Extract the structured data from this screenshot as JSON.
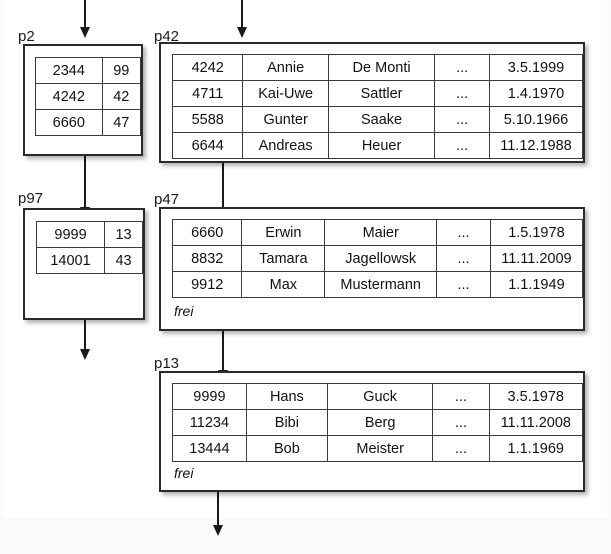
{
  "diagram": {
    "title": "B-tree / extendible hashing directory and data pages",
    "colors": {
      "page_background": "#fafafa",
      "canvas": "#ffffff",
      "box_border": "#2a2a2a",
      "cell_border": "#3b3b3b",
      "text": "#111111",
      "arrow": "#1a1a1a"
    }
  },
  "directory_nodes": [
    {
      "id": "p2",
      "label": "p2",
      "rows": [
        {
          "key": "2344",
          "value": "99"
        },
        {
          "key": "4242",
          "value": "42"
        },
        {
          "key": "6660",
          "value": "47"
        }
      ]
    },
    {
      "id": "p97",
      "label": "p97",
      "rows": [
        {
          "key": "9999",
          "value": "13"
        },
        {
          "key": "14001",
          "value": "43"
        }
      ]
    }
  ],
  "data_nodes": [
    {
      "id": "p42",
      "label": "p42",
      "free_label": "",
      "rows": [
        {
          "c0": "4242",
          "c1": "Annie",
          "c2": "De Monti",
          "c3": "...",
          "c4": "3.5.1999"
        },
        {
          "c0": "4711",
          "c1": "Kai-Uwe",
          "c2": "Sattler",
          "c3": "...",
          "c4": "1.4.1970"
        },
        {
          "c0": "5588",
          "c1": "Gunter",
          "c2": "Saake",
          "c3": "...",
          "c4": "5.10.1966"
        },
        {
          "c0": "6644",
          "c1": "Andreas",
          "c2": "Heuer",
          "c3": "...",
          "c4": "11.12.1988"
        }
      ]
    },
    {
      "id": "p47",
      "label": "p47",
      "free_label": "frei",
      "rows": [
        {
          "c0": "6660",
          "c1": "Erwin",
          "c2": "Maier",
          "c3": "...",
          "c4": "1.5.1978"
        },
        {
          "c0": "8832",
          "c1": "Tamara",
          "c2": "Jagellowsk",
          "c3": "...",
          "c4": "11.11.2009"
        },
        {
          "c0": "9912",
          "c1": "Max",
          "c2": "Mustermann",
          "c3": "...",
          "c4": "1.1.1949"
        }
      ]
    },
    {
      "id": "p13",
      "label": "p13",
      "free_label": "frei",
      "rows": [
        {
          "c0": "9999",
          "c1": "Hans",
          "c2": "Guck",
          "c3": "...",
          "c4": "3.5.1978"
        },
        {
          "c0": "11234",
          "c1": "Bibi",
          "c2": "Berg",
          "c3": "...",
          "c4": "11.11.2008"
        },
        {
          "c0": "13444",
          "c1": "Bob",
          "c2": "Meister",
          "c3": "...",
          "c4": "1.1.1969"
        }
      ]
    }
  ]
}
